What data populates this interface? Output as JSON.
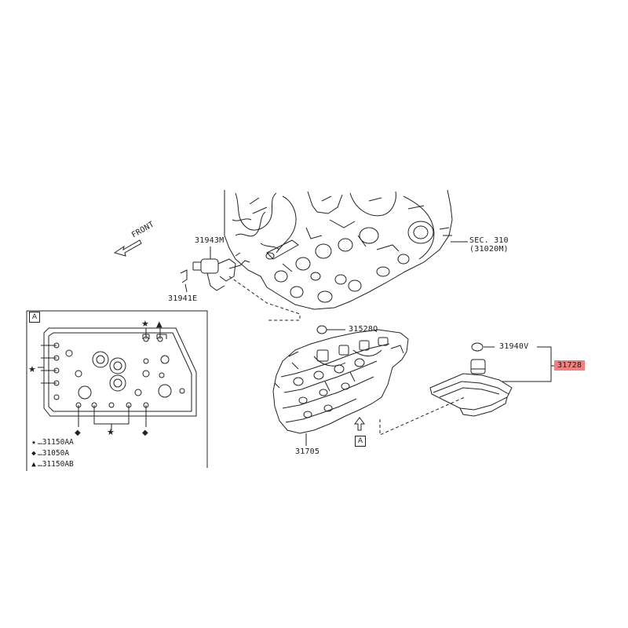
{
  "diagram": {
    "front_label": "FRONT",
    "inset_label": "A",
    "view_marker": "A",
    "parts": {
      "p31943M": "31943M",
      "p31941E": "31941E",
      "sec": "SEC. 310",
      "sec_code": "(31020M)",
      "p31528Q": "31528Q",
      "p31940V": "31940V",
      "p31728": "31728",
      "p31705": "31705"
    },
    "legend": [
      {
        "symbol": "★",
        "code": "31150AA"
      },
      {
        "symbol": "◆",
        "code": "31050A"
      },
      {
        "symbol": "▲",
        "code": "31150AB"
      }
    ],
    "highlight_color": "#f08080"
  }
}
